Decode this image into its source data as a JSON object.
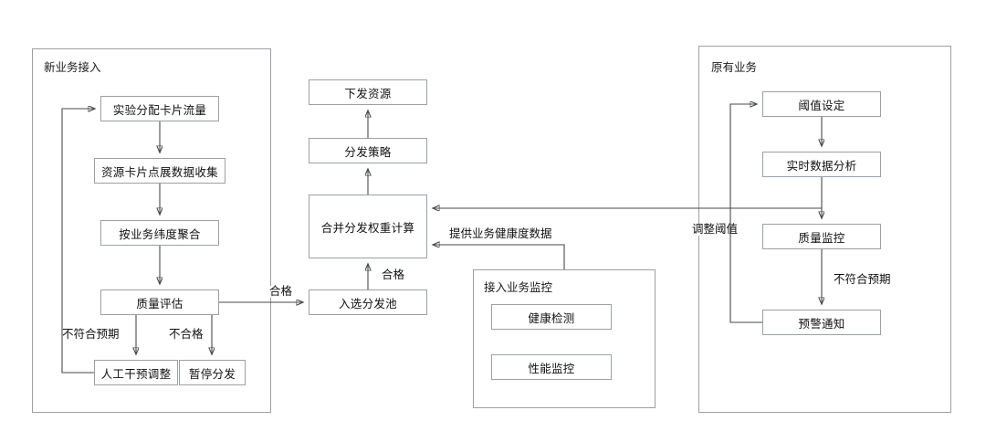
{
  "diagram": {
    "title_hidden": "",
    "groups": [
      {
        "id": "new-business",
        "label": "新业务接入"
      },
      {
        "id": "legacy-business",
        "label": "原有业务"
      },
      {
        "id": "access-monitor",
        "label": "接入业务监控"
      }
    ],
    "nodes": {
      "exp_alloc": "实验分配卡片流量",
      "card_collect": "资源卡片点展数据收集",
      "aggregate": "按业务纬度聚合",
      "quality_eval": "质量评估",
      "manual_adjust": "人工干预调整",
      "pause_dist": "暂停分发",
      "dispatch_resource": "下发资源",
      "dispatch_policy": "分发策略",
      "merge_weight": "合并分发权重计算",
      "selected_pool": "入选分发池",
      "health_check": "健康检测",
      "perf_monitor": "性能监控",
      "threshold_set": "阈值设定",
      "realtime_analysis": "实时数据分析",
      "quality_monitor": "质量监控",
      "alert_notify": "预警通知"
    },
    "edge_labels": {
      "pass_to_pool": "合格",
      "pass_to_merge": "合格",
      "not_expected_left": "不符合预期",
      "not_qualified": "不合格",
      "health_data": "提供业务健康度数据",
      "adjust_threshold": "调整阈值",
      "not_expected_right": "不符合预期"
    },
    "colors": {
      "border": "#9aa0a6",
      "wire": "#4a4a4a",
      "text": "#111111",
      "background": "#ffffff"
    }
  }
}
